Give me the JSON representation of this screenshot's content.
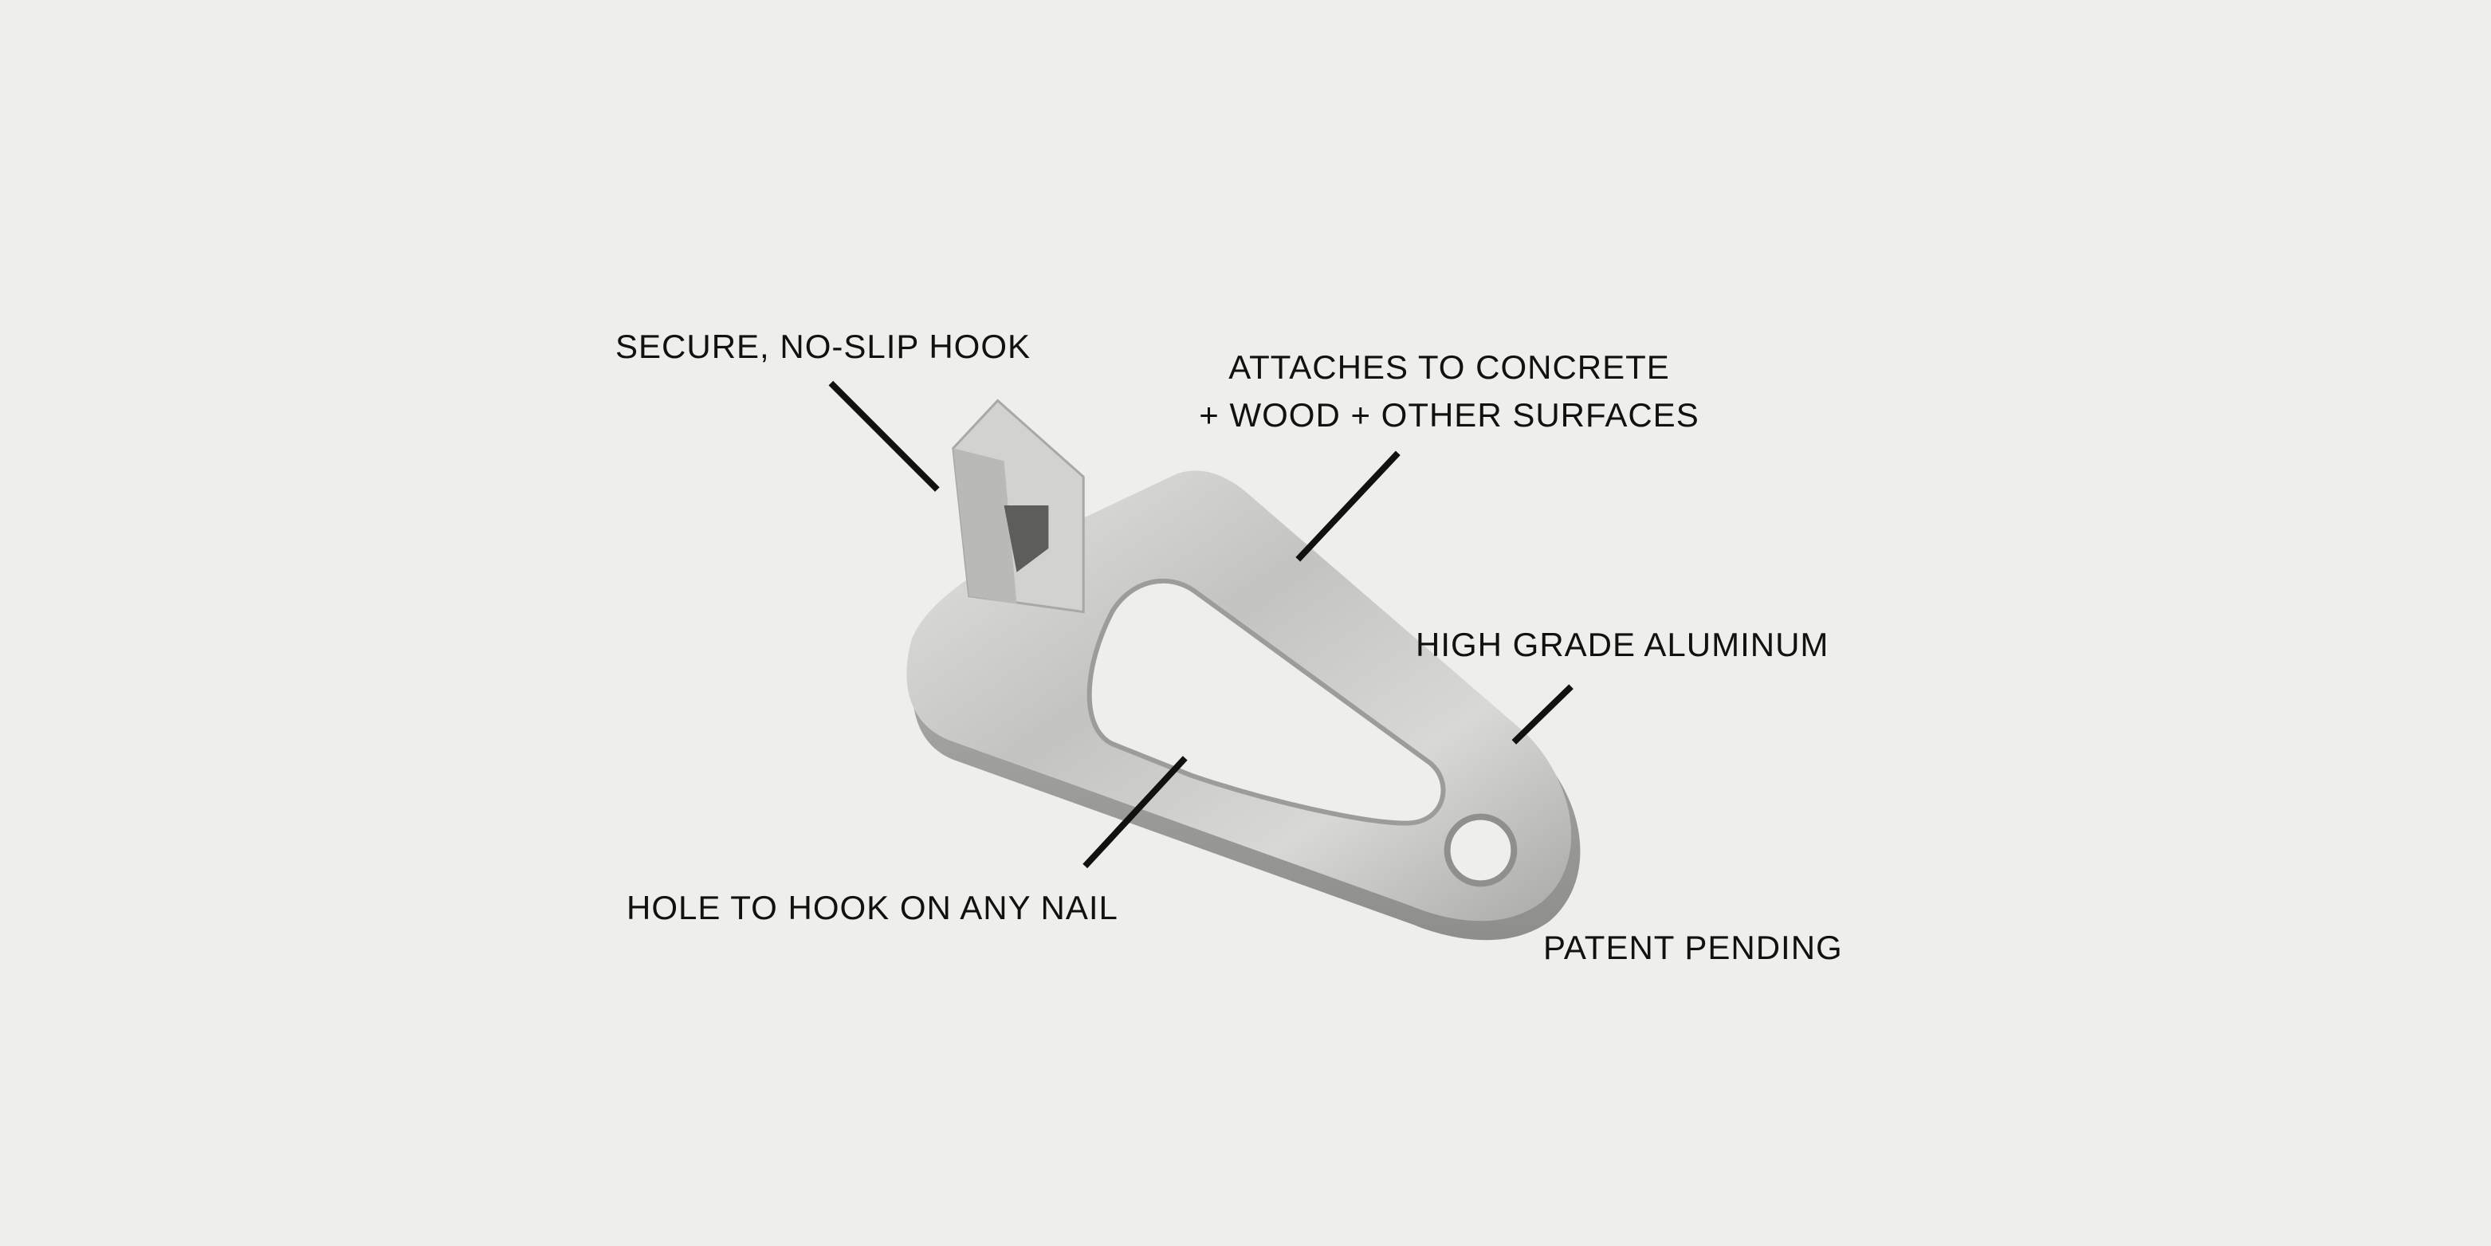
{
  "callouts": {
    "hook": "SECURE, NO-SLIP HOOK",
    "attaches_line1": "ATTACHES TO CONCRETE",
    "attaches_line2": "+ WOOD + OTHER SURFACES",
    "material": "HIGH GRADE ALUMINUM",
    "hole": "HOLE TO HOOK ON ANY NAIL",
    "patent": "PATENT PENDING"
  },
  "colors": {
    "background": "#eeeeea",
    "text": "#111111",
    "metal": "#c9c9c6"
  }
}
